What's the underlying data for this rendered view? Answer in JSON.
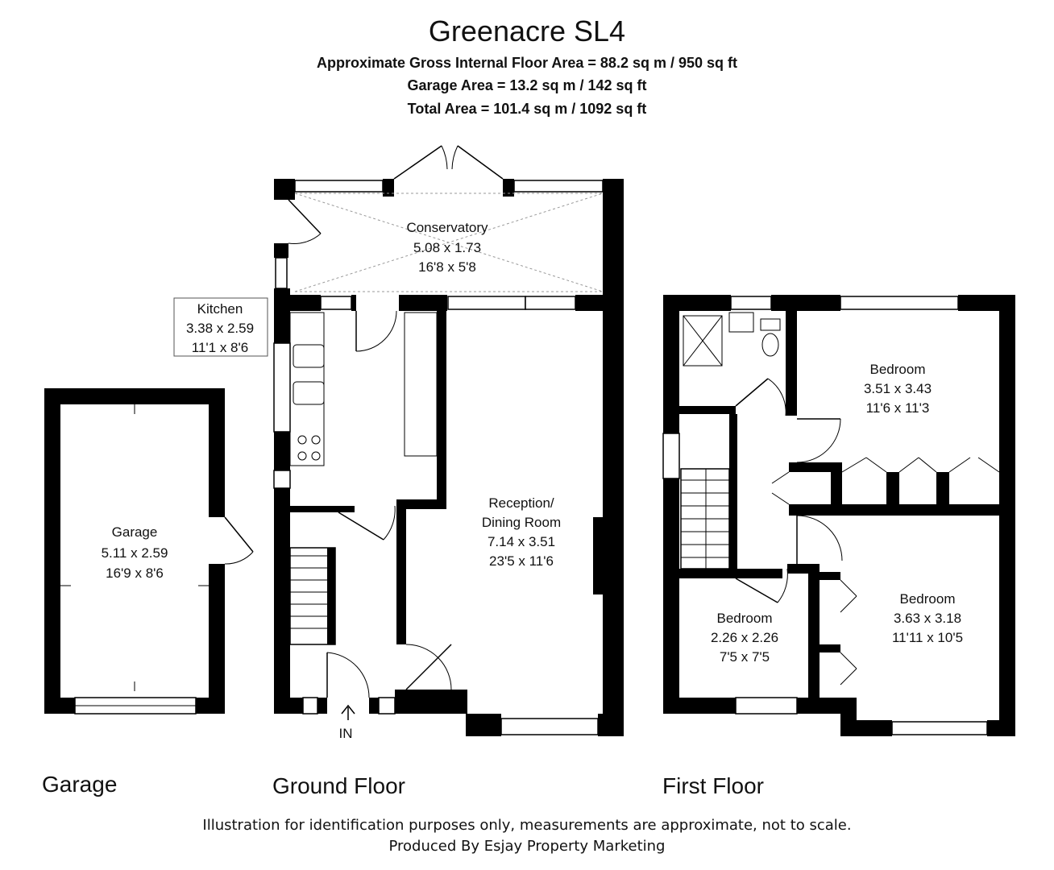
{
  "title": "Greenacre SL4",
  "areas": {
    "gross_internal": "Approximate Gross Internal Floor Area = 88.2 sq m / 950 sq ft",
    "garage": "Garage Area = 13.2 sq m / 142 sq ft",
    "total": "Total Area = 101.4 sq m / 1092 sq ft"
  },
  "rooms": {
    "conservatory": {
      "name": "Conservatory",
      "metric": "5.08 x 1.73",
      "imperial": "16'8 x 5'8"
    },
    "kitchen": {
      "name": "Kitchen",
      "metric": "3.38 x 2.59",
      "imperial": "11'1 x 8'6"
    },
    "reception": {
      "name1": "Reception/",
      "name2": "Dining Room",
      "metric": "7.14 x 3.51",
      "imperial": "23'5 x 11'6"
    },
    "garage": {
      "name": "Garage",
      "metric": "5.11 x 2.59",
      "imperial": "16'9 x 8'6"
    },
    "bedroom1": {
      "name": "Bedroom",
      "metric": "3.51 x 3.43",
      "imperial": "11'6 x 11'3"
    },
    "bedroom2": {
      "name": "Bedroom",
      "metric": "3.63 x 3.18",
      "imperial": "11'11 x 10'5"
    },
    "bedroom3": {
      "name": "Bedroom",
      "metric": "2.26 x 2.26",
      "imperial": "7'5 x 7'5"
    }
  },
  "entrance_label": "IN",
  "floor_labels": {
    "garage": "Garage",
    "ground": "Ground Floor",
    "first": "First Floor"
  },
  "footer": {
    "disclaimer": "Illustration for identification purposes only, measurements are approximate, not to scale.",
    "producer": "Produced By Esjay Property Marketing"
  }
}
